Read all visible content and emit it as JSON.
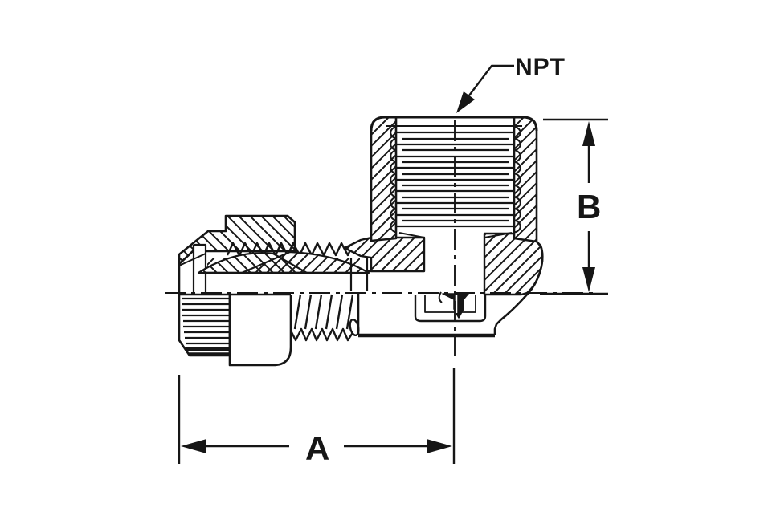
{
  "page": {
    "background": "#ffffff",
    "description": "Technical line drawing of a 90-degree compression elbow fitting shown in half cross-section, with female NPT port on top right, compression nut on left, and two dimension callouts"
  },
  "drawing": {
    "type": "technical-cross-section",
    "ink_color": "#161616",
    "labels": {
      "npt": "NPT",
      "dim_a": "A",
      "dim_b": "B"
    }
  }
}
